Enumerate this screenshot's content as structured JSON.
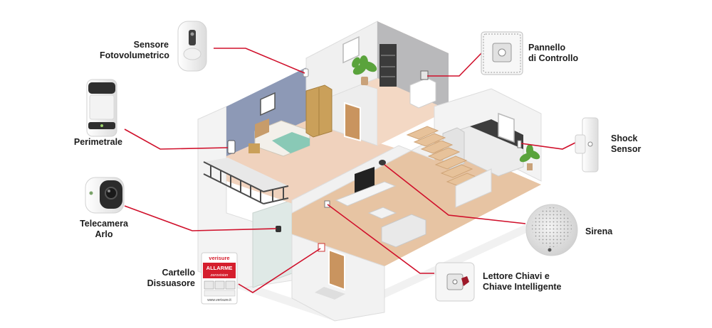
{
  "labels": {
    "sensore": {
      "line1": "Sensore",
      "line2": "Fotovolumetrico"
    },
    "perimetrale": {
      "line1": "Perimetrale"
    },
    "telecamera": {
      "line1": "Telecamera",
      "line2": "Arlo"
    },
    "cartello": {
      "line1": "Cartello",
      "line2": "Dissuasore"
    },
    "pannello": {
      "line1": "Pannello",
      "line2": "di Controllo"
    },
    "shock": {
      "line1": "Shock",
      "line2": "Sensor"
    },
    "sirena": {
      "line1": "Sirena"
    },
    "lettore": {
      "line1": "Lettore Chiavi e",
      "line2": "Chiave Intelligente"
    }
  },
  "sign": {
    "brand": "verisure",
    "title": "ALLARME",
    "subtitle": "zerovision",
    "footer": "www.verisure.it"
  },
  "colors": {
    "leader_line": "#d0102b",
    "floor_wood": "#e9c7a8",
    "wall_light": "#eeeeee",
    "wall_blue": "#8d99b6",
    "wall_gray": "#b9b9bb",
    "brand_red": "#d51e2d"
  }
}
